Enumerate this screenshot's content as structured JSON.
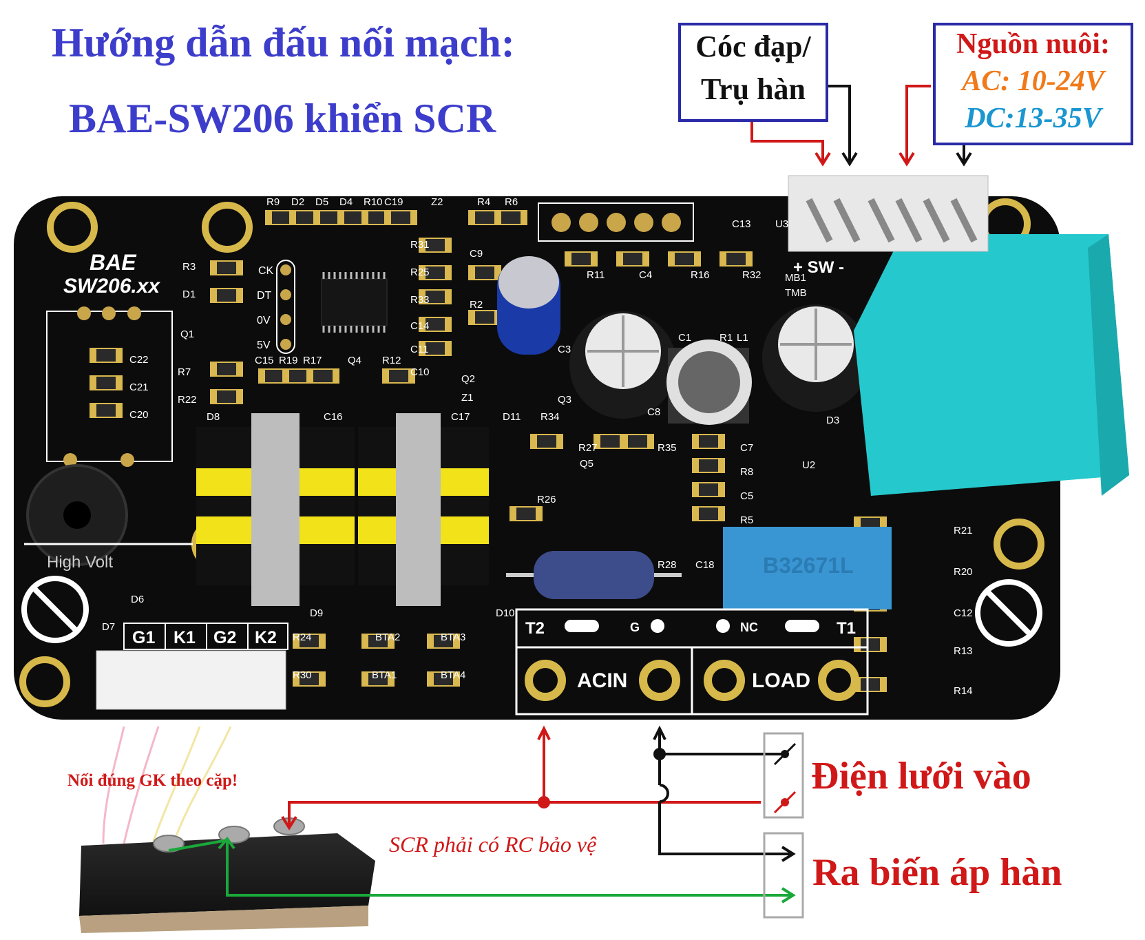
{
  "header": {
    "title_line1": "Hướng dẫn đấu nối mạch:",
    "title_line2": "BAE-SW206 khiển SCR"
  },
  "callouts": {
    "pedal": {
      "line1": "Cóc đạp/",
      "line2": "Trụ hàn"
    },
    "power": {
      "title": "Nguồn nuôi:",
      "ac": "AC: 10-24V",
      "dc": "DC:13-35V"
    }
  },
  "board": {
    "silk_brand": "BAE",
    "silk_model": "SW206.xx",
    "sw_connector": "+ SW -",
    "gk_connector": [
      "G1",
      "K1",
      "G2",
      "K2"
    ],
    "terminals": {
      "t2": "T2",
      "g": "G",
      "nc": "NC",
      "t1": "T1",
      "acin": "ACIN",
      "load": "LOAD"
    },
    "capacitor_marking": "B32671L",
    "prog_header": [
      "CK",
      "DT",
      "0V",
      "5V"
    ],
    "high_volt_label": "High Volt",
    "refdes_top": [
      "R9",
      "D2",
      "D5",
      "D4",
      "R10",
      "C19",
      "Z2",
      "R4",
      "R6"
    ],
    "refdes_misc": [
      "R3",
      "D1",
      "Q1",
      "R7",
      "R22",
      "C22",
      "C21",
      "C20",
      "C15",
      "R19",
      "R17",
      "Q4",
      "R12",
      "C9",
      "R2",
      "C3",
      "R11",
      "C4",
      "R16",
      "R32",
      "C1",
      "R1",
      "L1",
      "C8",
      "D3",
      "C13",
      "U3",
      "Q2",
      "Z1",
      "Q3",
      "D8",
      "C16",
      "C17",
      "D11",
      "R34",
      "R27",
      "Q5",
      "R35",
      "C7",
      "R8",
      "C5",
      "R5",
      "U2",
      "R26",
      "R28",
      "C18",
      "R21",
      "R20",
      "C12",
      "R13",
      "R14",
      "D6",
      "D7",
      "D9",
      "D10",
      "R24",
      "R30",
      "BTA2",
      "BTA1",
      "BTA3",
      "BTA4",
      "R31",
      "R25",
      "R33",
      "C14",
      "C11",
      "C10",
      "MB1",
      "TMB"
    ]
  },
  "annotations": {
    "gk_pairs": "Nối đúng GK theo cặp!",
    "scr_rc": "SCR phải có RC bảo vệ",
    "mains_in": "Điện lưới vào",
    "to_transformer": "Ra biến áp hàn"
  },
  "colors": {
    "title_blue": "#3d3dcc",
    "box_border": "#2a2aa8",
    "wire_red": "#d01818",
    "wire_black": "#111111",
    "wire_green": "#1aa83a",
    "ac_orange": "#f07a1a",
    "dc_blue": "#1a96d0",
    "pcb_black": "#0c0c0c",
    "transformer_cyan": "#29d6da",
    "choke_yellow": "#f2e21a",
    "capacitor_blue": "#3a96d2"
  }
}
